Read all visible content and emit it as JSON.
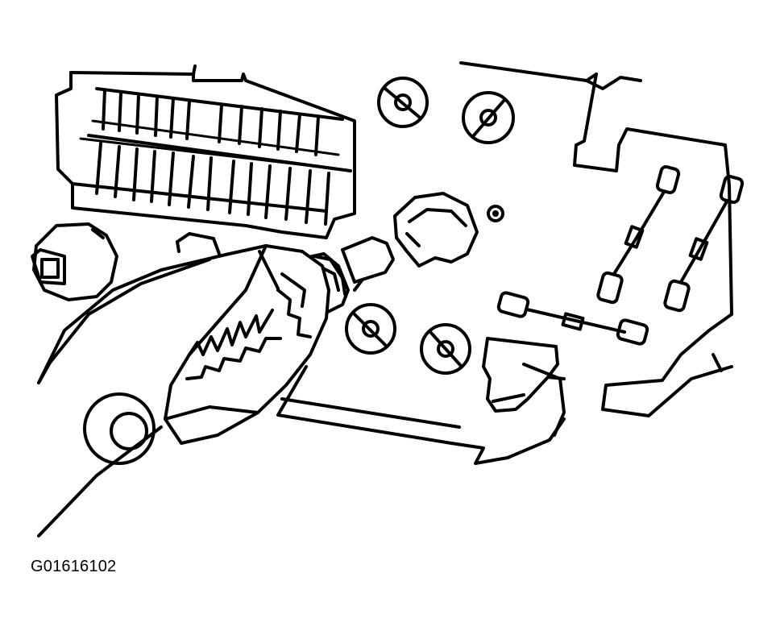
{
  "figure": {
    "id_label": "G01616102",
    "colors": {
      "line": "#000000",
      "background": "#ffffff"
    },
    "parts": [
      "instrument-panel-housing",
      "multi-pin-connector",
      "bulb-socket-left",
      "bulb-socket-being-removed",
      "pliers",
      "mounting-screw-holes",
      "printed-circuit-traces",
      "mounting-bracket"
    ]
  }
}
